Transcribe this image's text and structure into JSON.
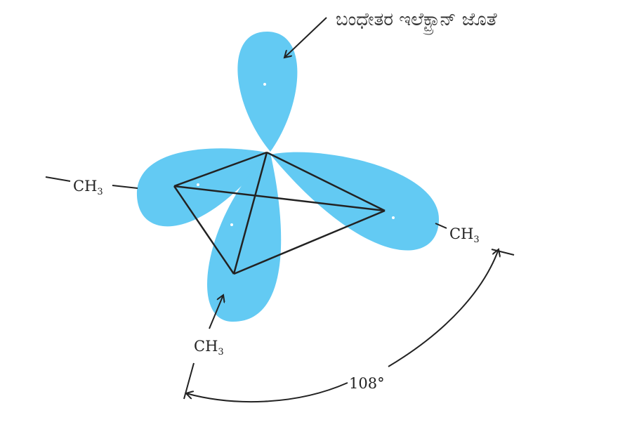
{
  "labels": {
    "lone_pair": "ಬಂಧೇತರ ಇಲೆಕ್ಟ್ರಾನ್ ಜೊತೆ",
    "methyl_left": "CH",
    "methyl_right": "CH",
    "methyl_bottom": "CH",
    "subscript": "3",
    "angle": "108°"
  },
  "colors": {
    "orbital": "#63caf3",
    "line": "#222222"
  }
}
